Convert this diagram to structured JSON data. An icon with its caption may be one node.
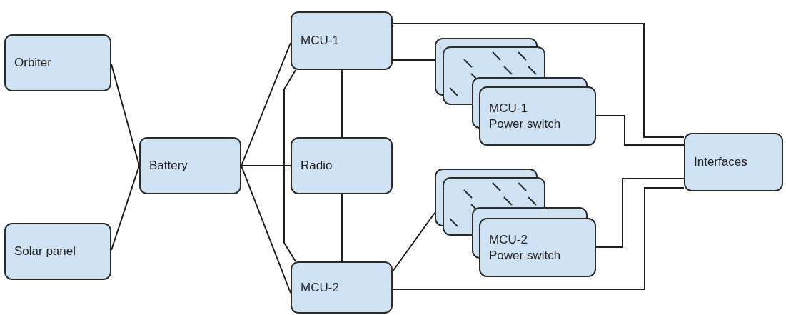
{
  "diagram": {
    "nodes": [
      {
        "text": [
          "Orbiter"
        ]
      },
      {
        "text": [
          "Solar panel"
        ]
      },
      {
        "text": [
          "Battery"
        ]
      },
      {
        "text": [
          "MCU-1"
        ]
      },
      {
        "text": [
          "Radio"
        ]
      },
      {
        "text": [
          "MCU-2"
        ]
      },
      {
        "text": [],
        "shape": "box"
      },
      {
        "text": [
          "MCU-1 Power switch"
        ]
      },
      {
        "text": [],
        "shape": "box"
      },
      {
        "text": [
          "MCU-2 Power switch"
        ]
      },
      {
        "text": [
          "Interfaces"
        ]
      }
    ],
    "edges": [
      {
        "from": 0,
        "to": 2,
        "arrow": "none"
      },
      {
        "from": 1,
        "to": 2,
        "arrow": "none"
      },
      {
        "from": 2,
        "to": 3,
        "arrow": "none"
      },
      {
        "from": 2,
        "to": 4,
        "arrow": "none"
      },
      {
        "from": 2,
        "to": 5,
        "arrow": "none"
      },
      {
        "from": 3,
        "to": 4,
        "arrow": "none"
      },
      {
        "from": 4,
        "to": 5,
        "arrow": "none"
      },
      {
        "from": 3,
        "to": 5,
        "arrow": "none"
      },
      {
        "from": 3,
        "to": 10,
        "arrow": "none"
      },
      {
        "from": 3,
        "to": 6,
        "arrow": "none"
      },
      {
        "from": 7,
        "to": 10,
        "arrow": "none"
      },
      {
        "from": 5,
        "to": 8,
        "arrow": "none"
      },
      {
        "from": 9,
        "to": 10,
        "arrow": "none"
      },
      {
        "from": 5,
        "to": 10,
        "arrow": "none"
      }
    ]
  }
}
